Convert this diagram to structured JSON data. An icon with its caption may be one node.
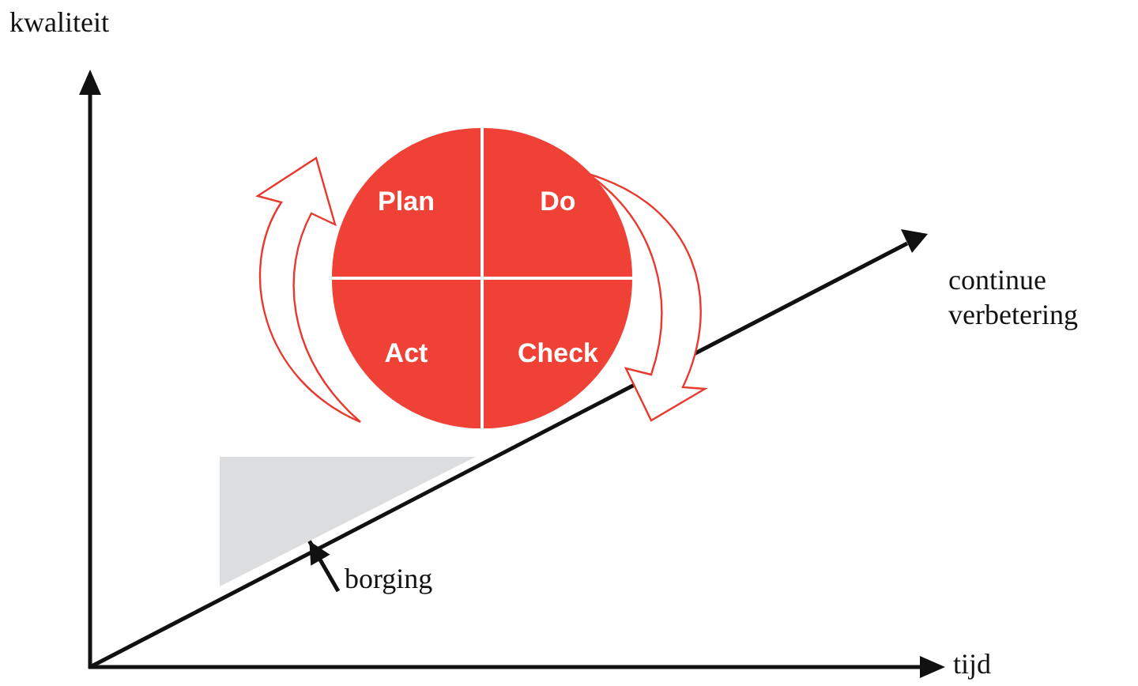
{
  "diagram": {
    "nodes": [
      {
        "text": [
          "Plan"
        ]
      },
      {
        "text": [
          "Do"
        ]
      },
      {
        "text": [
          "Act"
        ]
      },
      {
        "text": [
          "Check"
        ]
      },
      {
        "text": [],
        "shape": "triangle"
      },
      {
        "text": [
          "borging"
        ]
      }
    ],
    "edges": [
      {
        "from": 5,
        "to": 4,
        "arrow": "to"
      }
    ],
    "labels": [
      "kwaliteit",
      "continue verbetering",
      "tijd"
    ]
  }
}
